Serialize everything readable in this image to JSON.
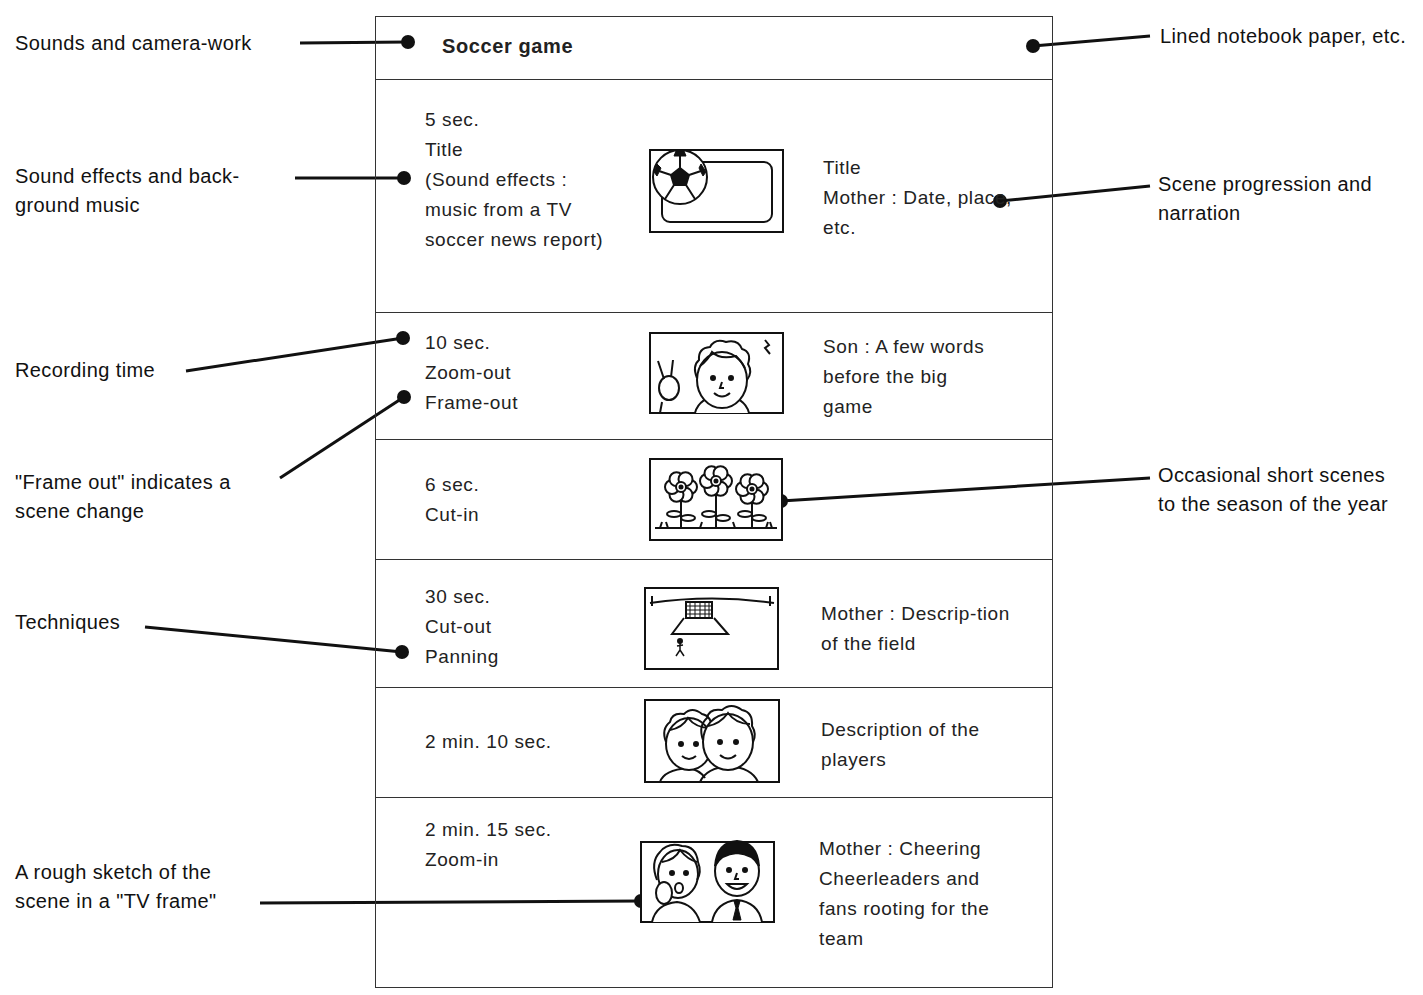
{
  "diagram": {
    "nodes": [
      {
        "text": [
          "Soccer game"
        ]
      },
      {
        "text": [
          "5 sec.",
          "Title",
          "(Sound effects : music from a TV soccer news report)",
          "Title",
          "Mother : Date, place, etc."
        ]
      },
      {
        "text": [
          "10 sec.",
          "Zoom-out",
          "Frame-out",
          "Son : A few words before the big game"
        ]
      },
      {
        "text": [
          "6 sec.",
          "Cut-in"
        ]
      },
      {
        "text": [
          "30 sec.",
          "Cut-out",
          "Panning",
          "Mother : Descrip-tion of the field"
        ]
      },
      {
        "text": [
          "2 min. 10 sec.",
          "Description of the players"
        ]
      },
      {
        "text": [
          "2 min. 15 sec.",
          "Zoom-in",
          "Mother : Cheering",
          "Cheerleaders and fans rooting for the team"
        ]
      }
    ],
    "labels": [
      "Sounds and camera-work",
      "Lined notebook paper, etc.",
      "Sound effects and back-ground music",
      "Scene progression and narration",
      "Recording time",
      "\"Frame out\" indicates a scene change",
      "Occasional short scenes to the season of the year",
      "Techniques",
      "A rough sketch of the scene in a \"TV frame\""
    ]
  }
}
